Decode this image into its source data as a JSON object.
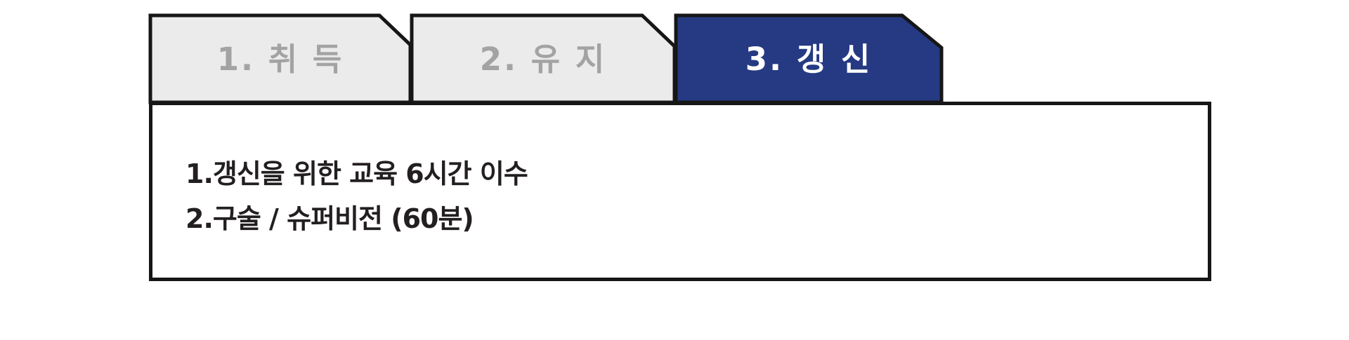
{
  "tabs": [
    {
      "label": "1. 취 득",
      "state": "inactive"
    },
    {
      "label": "2. 유 지",
      "state": "inactive"
    },
    {
      "label": "3. 갱 신",
      "state": "active"
    }
  ],
  "panel": {
    "items": [
      "1.갱신을 위한 교육 6시간 이수",
      "2.구술 / 슈퍼비전 (60분)"
    ]
  },
  "colors": {
    "active_tab": "#253a82",
    "inactive_tab": "#ebebeb",
    "inactive_text": "#a3a3a3",
    "active_text": "#ffffff",
    "border": "#161616",
    "body_text": "#231f20"
  }
}
